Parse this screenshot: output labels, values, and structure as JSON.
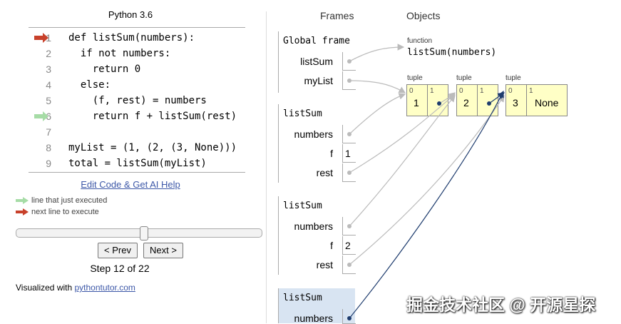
{
  "language": "Python 3.6",
  "code_lines": [
    {
      "num": "1",
      "text": "def listSum(numbers):"
    },
    {
      "num": "2",
      "text": "  if not numbers:"
    },
    {
      "num": "3",
      "text": "    return 0"
    },
    {
      "num": "4",
      "text": "  else:"
    },
    {
      "num": "5",
      "text": "    (f, rest) = numbers"
    },
    {
      "num": "6",
      "text": "    return f + listSum(rest)"
    },
    {
      "num": "7",
      "text": ""
    },
    {
      "num": "8",
      "text": "myList = (1, (2, (3, None)))"
    },
    {
      "num": "9",
      "text": "total = listSum(myList)"
    }
  ],
  "edit_link": "Edit Code & Get AI Help",
  "legend": {
    "just_executed": "line that just executed",
    "next_to_execute": "next line to execute"
  },
  "slider": {
    "step": 12,
    "total": 22
  },
  "buttons": {
    "prev": "< Prev",
    "next": "Next >"
  },
  "step_text": "Step 12 of 22",
  "visualized_with": "Visualized with",
  "visualized_link": "pythontutor.com",
  "headers": {
    "frames": "Frames",
    "objects": "Objects"
  },
  "frames": [
    {
      "title": "Global frame",
      "vars": [
        {
          "name": "listSum"
        },
        {
          "name": "myList"
        }
      ]
    },
    {
      "title": "listSum",
      "vars": [
        {
          "name": "numbers"
        },
        {
          "name": "f",
          "value": "1"
        },
        {
          "name": "rest"
        }
      ]
    },
    {
      "title": "listSum",
      "vars": [
        {
          "name": "numbers"
        },
        {
          "name": "f",
          "value": "2"
        },
        {
          "name": "rest"
        }
      ]
    },
    {
      "title": "listSum",
      "vars": [
        {
          "name": "numbers"
        }
      ]
    }
  ],
  "objects": {
    "function": {
      "label": "function",
      "value": "listSum(numbers)"
    },
    "tuples": [
      {
        "label": "tuple",
        "cells": [
          {
            "index": "0",
            "value": "1"
          },
          {
            "index": "1",
            "value": ""
          }
        ]
      },
      {
        "label": "tuple",
        "cells": [
          {
            "index": "0",
            "value": "2"
          },
          {
            "index": "1",
            "value": ""
          }
        ]
      },
      {
        "label": "tuple",
        "cells": [
          {
            "index": "0",
            "value": "3"
          },
          {
            "index": "1",
            "value": "None"
          }
        ]
      }
    ]
  },
  "watermark": "掘金技术社区 @ 开源星探",
  "colors": {
    "next_arrow": "#c8412b",
    "executed_arrow": "#a6dca6",
    "link": "#3d58a8",
    "pointer_active": "#1e3c6e",
    "active_frame_bg": "#d8e4f2",
    "tuple_bg": "#ffffc6"
  }
}
